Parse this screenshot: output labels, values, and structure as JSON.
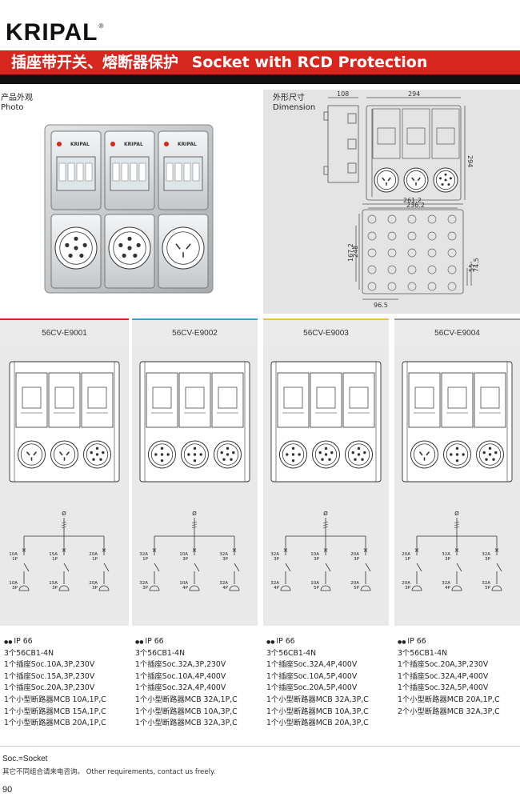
{
  "brand": {
    "name": "KRIPAL",
    "mark": "®"
  },
  "title": {
    "zh": "插座带开关、熔断器保护",
    "en": "Socket with RCD Protection"
  },
  "photo": {
    "label_zh": "产品外观",
    "label_en": "Photo",
    "device_badge": "KRIPAL"
  },
  "dimension": {
    "label_zh": "外形尺寸",
    "label_en": "Dimension",
    "values": {
      "depth": "108",
      "width": "294",
      "height": "294",
      "w2": "261.2",
      "w3": "236.2",
      "h2": "167.2",
      "h3": "248",
      "bottom": "96.5",
      "r1": "55",
      "r2": "74.5"
    }
  },
  "models": [
    {
      "name": "56CV-E9001",
      "accent": "#d7261e",
      "sockets": [
        "3pin",
        "3pin",
        "5pin"
      ],
      "top_label": "Ø",
      "breakers": [
        {
          "rating": "10A",
          "poles": "1P"
        },
        {
          "rating": "15A",
          "poles": "1P"
        },
        {
          "rating": "20A",
          "poles": "1P"
        }
      ],
      "outlets": [
        {
          "rating": "10A",
          "poles": "3P"
        },
        {
          "rating": "15A",
          "poles": "3P"
        },
        {
          "rating": "20A",
          "poles": "3P"
        }
      ],
      "specs": [
        "IP 66",
        "3个56CB1-4N",
        "1个插座Soc.10A,3P,230V",
        "1个插座Soc.15A,3P,230V",
        "1个插座Soc.20A,3P,230V",
        "1个小型断路器MCB 10A,1P,C",
        "1个小型断路器MCB 15A,1P,C",
        "1个小型断路器MCB 20A,1P,C"
      ]
    },
    {
      "name": "56CV-E9002",
      "accent": "#3aa0d8",
      "sockets": [
        "4pin",
        "4pin",
        "5pin"
      ],
      "top_label": "Ø",
      "breakers": [
        {
          "rating": "32A",
          "poles": "1P"
        },
        {
          "rating": "10A",
          "poles": "3P"
        },
        {
          "rating": "32A",
          "poles": "3P"
        }
      ],
      "outlets": [
        {
          "rating": "32A",
          "poles": "3P"
        },
        {
          "rating": "10A",
          "poles": "4P"
        },
        {
          "rating": "32A",
          "poles": "4P"
        }
      ],
      "specs": [
        "IP 66",
        "3个56CB1-4N",
        "1个插座Soc.32A,3P,230V",
        "1个插座Soc.10A,4P,400V",
        "1个插座Soc.32A,4P,400V",
        "1个小型断路器MCB 32A,1P,C",
        "1个小型断路器MCB 10A,3P,C",
        "1个小型断路器MCB 32A,3P,C"
      ]
    },
    {
      "name": "56CV-E9003",
      "accent": "#e8c43a",
      "sockets": [
        "4pin",
        "5pin",
        "5pin"
      ],
      "top_label": "Ø",
      "breakers": [
        {
          "rating": "32A",
          "poles": "3P"
        },
        {
          "rating": "10A",
          "poles": "3P"
        },
        {
          "rating": "20A",
          "poles": "3P"
        }
      ],
      "outlets": [
        {
          "rating": "32A",
          "poles": "4P"
        },
        {
          "rating": "10A",
          "poles": "5P"
        },
        {
          "rating": "20A",
          "poles": "5P"
        }
      ],
      "specs": [
        "IP 66",
        "3个56CB1-4N",
        "1个插座Soc.32A,4P,400V",
        "1个插座Soc.10A,5P,400V",
        "1个插座Soc.20A,5P,400V",
        "1个小型断路器MCB 32A,3P,C",
        "1个小型断路器MCB 10A,3P,C",
        "1个小型断路器MCB 20A,3P,C"
      ]
    },
    {
      "name": "56CV-E9004",
      "accent": "#9a9a9a",
      "sockets": [
        "3pin",
        "4pin",
        "5pin"
      ],
      "top_label": "Ø",
      "breakers": [
        {
          "rating": "20A",
          "poles": "1P"
        },
        {
          "rating": "32A",
          "poles": "3P"
        },
        {
          "rating": "32A",
          "poles": "3P"
        }
      ],
      "outlets": [
        {
          "rating": "20A",
          "poles": "3P"
        },
        {
          "rating": "32A",
          "poles": "4P"
        },
        {
          "rating": "32A",
          "poles": "5P"
        }
      ],
      "specs": [
        "IP 66",
        "3个56CB1-4N",
        "1个插座Soc.20A,3P,230V",
        "1个插座Soc.32A,4P,400V",
        "1个插座Soc.32A,5P,400V",
        "1个小型断路器MCB 20A,1P,C",
        "2个小型断路器MCB 32A,3P,C"
      ]
    }
  ],
  "footnote": {
    "abbr": "Soc.=Socket",
    "note": "其它不同组合请来电咨询。 Other requirements, contact us freely."
  },
  "page_number": "90"
}
